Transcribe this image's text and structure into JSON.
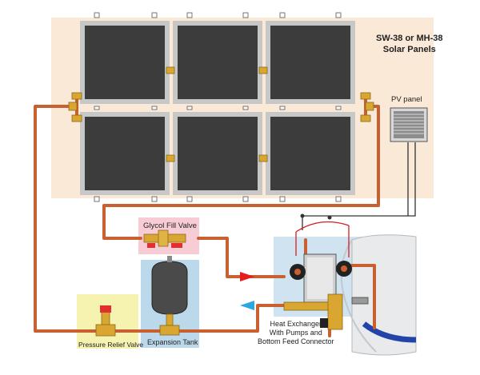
{
  "panels_label_line1": "SW-38 or MH-38",
  "panels_label_line2": "Solar Panels",
  "pv_panel_label": "PV panel",
  "glycol_fill_valve_label": "Glycol Fill Valve",
  "pressure_relief_valve_label": "Pressure Relief Valve",
  "expansion_tank_label": "Expansion Tank",
  "heat_exchanger_label_line1": "Heat Exchanger",
  "heat_exchanger_label_line2": "With Pumps and",
  "heat_exchanger_label_line3": "Bottom Feed Connector",
  "colors": {
    "panel_area_bg": "#fbe9d8",
    "panel_face": "#3c3c3c",
    "panel_frame": "#c7c7c7",
    "copper_pipe": "#c8612f",
    "flow_arrow_hot": "#e51c1c",
    "flow_arrow_cold": "#2aa6e0",
    "glycol_label_bg": "#f7ccd4",
    "prv_label_bg": "#f6f3b0",
    "expansion_label_bg": "#bcd9ec",
    "brass_fitting": "#d9a631"
  }
}
